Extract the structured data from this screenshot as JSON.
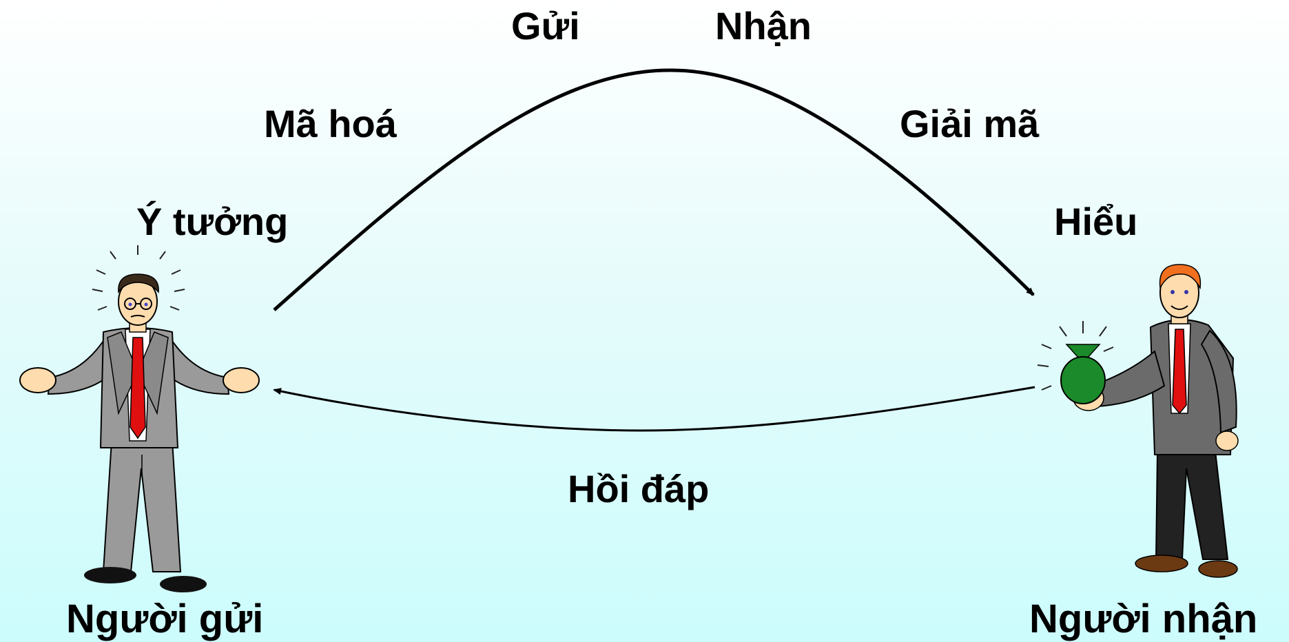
{
  "labels": {
    "send": "Gửi",
    "receive": "Nhận",
    "encode": "Mã hoá",
    "decode": "Giải mã",
    "idea": "Ý tưởng",
    "understand": "Hiểu",
    "feedback": "Hồi đáp",
    "sender": "Người gửi",
    "receiver": "Người nhận"
  },
  "colors": {
    "background_top": "#ffffff",
    "background_bottom": "#ccfcfc",
    "suit_sender": "#9a9a9a",
    "suit_receiver": "#6b6b6b",
    "tie": "#e01010",
    "money_bag": "#1a8a2a",
    "arrow": "#000000"
  }
}
